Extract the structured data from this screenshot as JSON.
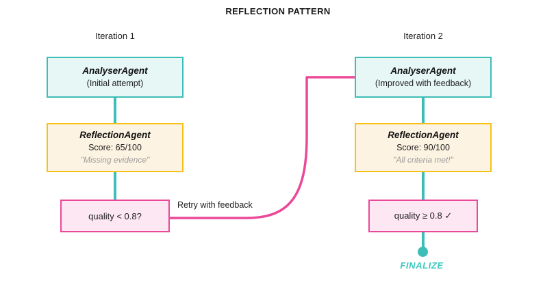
{
  "diagram": {
    "title": "REFLECTION PATTERN",
    "columns": [
      {
        "label": "Iteration 1"
      },
      {
        "label": "Iteration 2"
      }
    ],
    "iteration1": {
      "analyser": {
        "name": "AnalyserAgent",
        "subtitle": "(Initial attempt)"
      },
      "reflection": {
        "name": "ReflectionAgent",
        "score": "Score: 65/100",
        "quote": "\"Missing evidence\""
      },
      "decision": {
        "label": "quality < 0.8?"
      }
    },
    "iteration2": {
      "analyser": {
        "name": "AnalyserAgent",
        "subtitle": "(Improved with feedback)"
      },
      "reflection": {
        "name": "ReflectionAgent",
        "score": "Score: 90/100",
        "quote": "\"All criteria met!\""
      },
      "decision": {
        "label": "quality ≥ 0.8 ✓"
      }
    },
    "edges": {
      "retry_label": "Retry with feedback"
    },
    "terminal": {
      "label": "FINALIZE"
    },
    "colors": {
      "analyser_border": "#3cbdb8",
      "analyser_fill": "#e6f7f5",
      "reflection_border": "#f9c116",
      "reflection_fill": "#fdf3e2",
      "decision_border": "#ec4899",
      "decision_fill": "#fce7f3",
      "connector": "#3cbdb8",
      "retry_edge": "#ec4899",
      "finalize_text": "#3cc9c0"
    }
  }
}
